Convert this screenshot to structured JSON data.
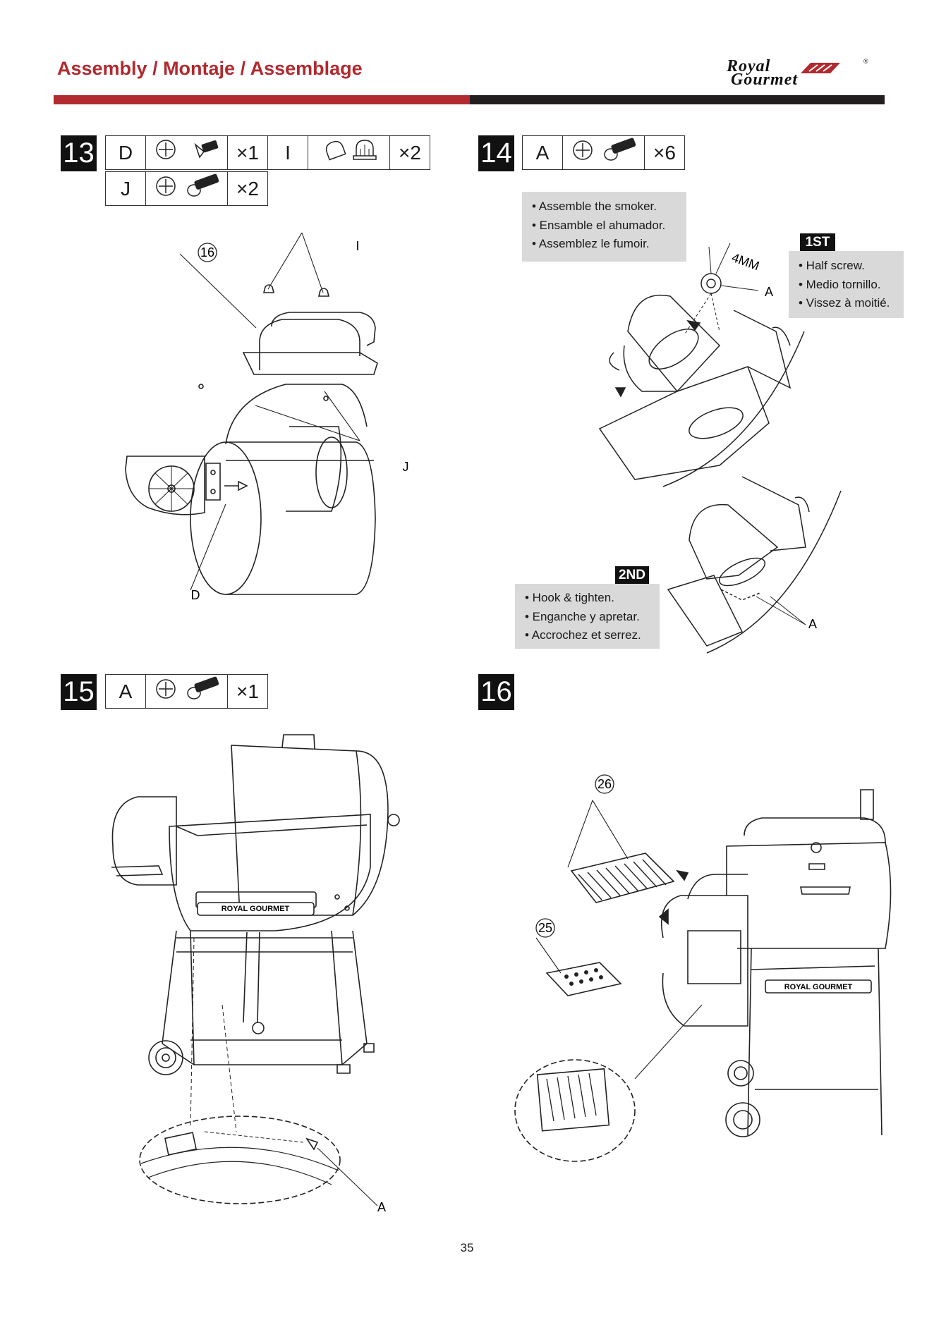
{
  "header": {
    "title": "Assembly / Montaje / Assemblage",
    "logo_line1": "Royal",
    "logo_line2": "Gourmet",
    "logo_mark": "®",
    "colors": {
      "accent_red": "#b02a2f",
      "dark": "#231f20",
      "note_bg": "#d9d9d9"
    }
  },
  "steps": {
    "s13": {
      "number": "13",
      "parts_row1": [
        {
          "letter": "D",
          "qty": "×1"
        },
        {
          "letter": "I",
          "qty": "×2"
        }
      ],
      "parts_row2": [
        {
          "letter": "J",
          "qty": "×2"
        }
      ],
      "callouts": {
        "part16": "16",
        "i": "I",
        "j": "J",
        "d": "D"
      }
    },
    "s14": {
      "number": "14",
      "parts": {
        "letter": "A",
        "qty": "×6"
      },
      "note_main": [
        "• Assemble the smoker.",
        "• Ensamble el ahumador.",
        "• Assemblez le fumoir."
      ],
      "tag_first": "1ST",
      "note_first": [
        "• Half screw.",
        "• Medio tornillo.",
        "• Vissez à moitié."
      ],
      "tag_second": "2ND",
      "note_second": [
        "• Hook & tighten.",
        "• Enganche y apretar.",
        "• Accrochez et serrez."
      ],
      "callouts": {
        "gap": "4MM",
        "a1": "A",
        "a2": "A"
      }
    },
    "s15": {
      "number": "15",
      "parts": {
        "letter": "A",
        "qty": "×1"
      },
      "brand_plate": "ROYAL GOURMET",
      "callouts": {
        "a": "A"
      }
    },
    "s16": {
      "number": "16",
      "brand_plate": "ROYAL GOURMET",
      "callouts": {
        "part26": "26",
        "part25": "25"
      }
    }
  },
  "footer": {
    "page_number": "35"
  }
}
